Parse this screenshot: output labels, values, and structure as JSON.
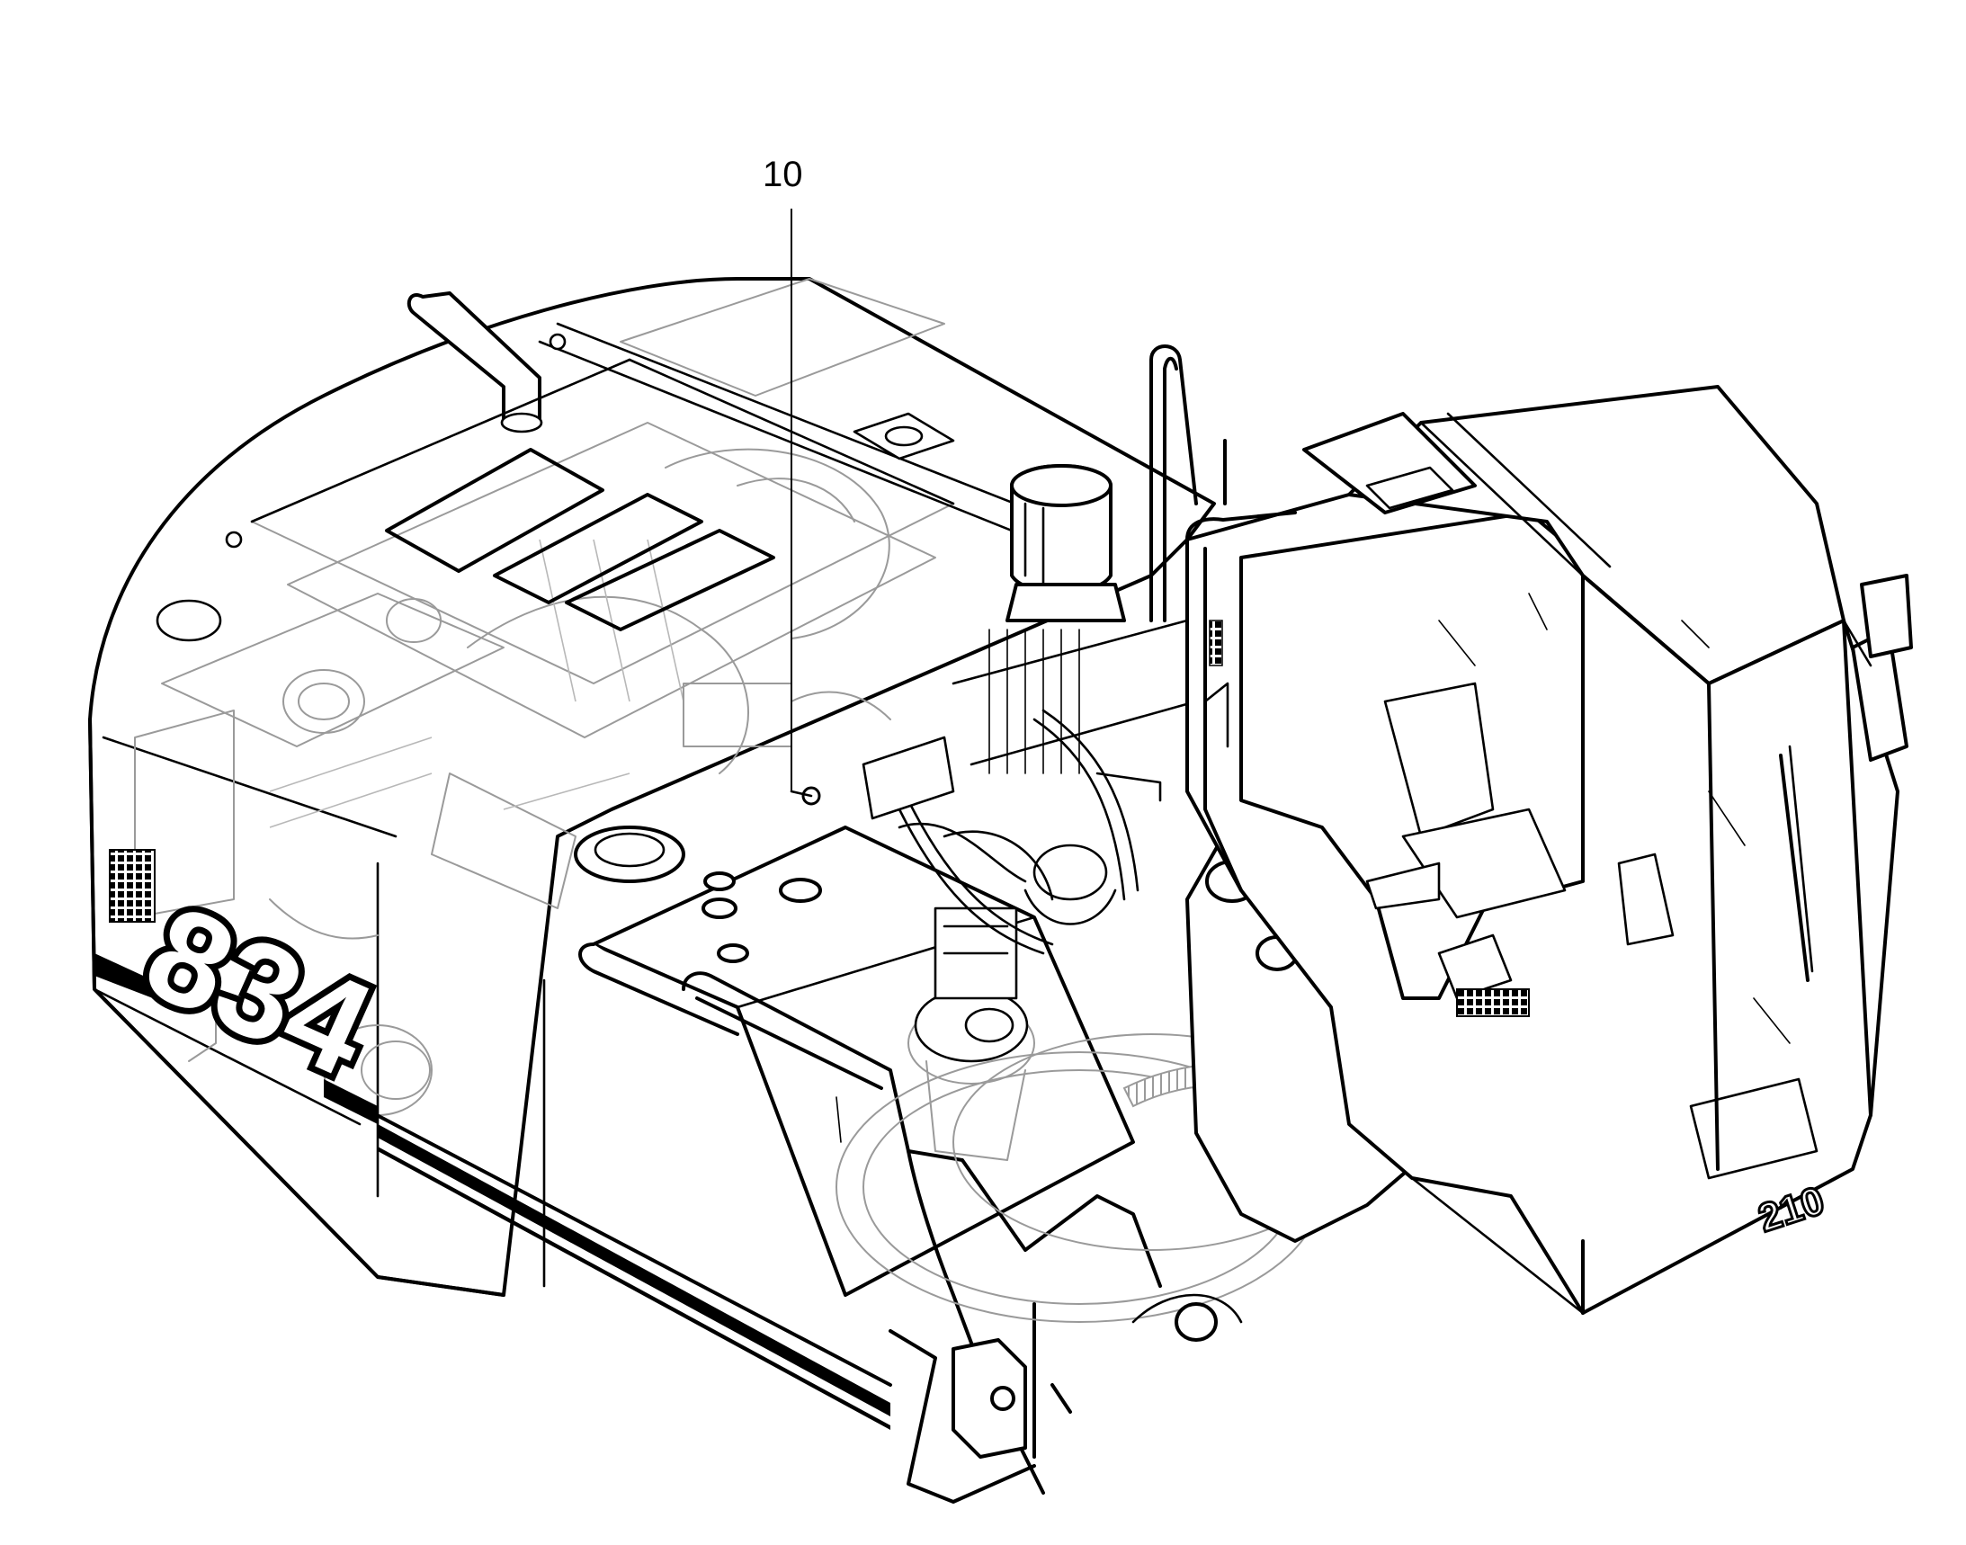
{
  "figure": {
    "callouts": [
      {
        "label": "10"
      }
    ],
    "model_decal": "834",
    "cab_badge": "210",
    "colors": {
      "line": "#000000",
      "hidden_line": "#9a9a9a",
      "background": "#ffffff"
    }
  }
}
